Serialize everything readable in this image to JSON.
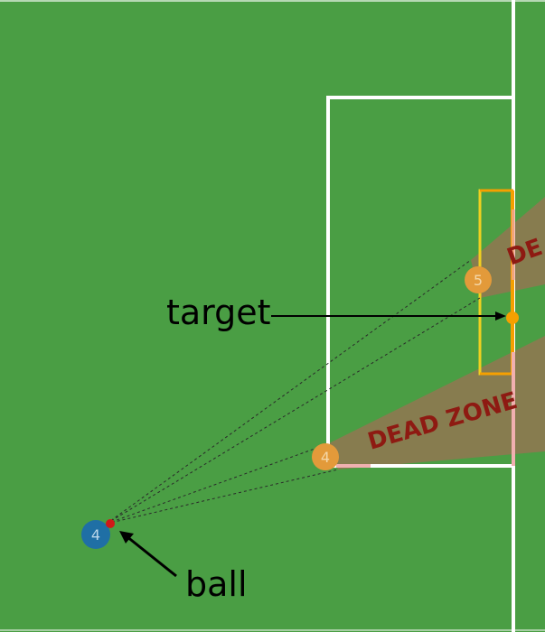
{
  "annotations": {
    "target_label": "target",
    "ball_label": "ball"
  },
  "zones": {
    "upper_label": "DE",
    "lower_label": "DEAD ZONE"
  },
  "players": {
    "attacker_number": "4",
    "defender_upper_number": "5",
    "defender_lower_number": "4"
  },
  "colors": {
    "grass": "#4a9e44",
    "lines": "#ffffff",
    "goal_area": "#f0d020",
    "goal_post": "#f5a000",
    "dead_zone": "#8a7a50",
    "dead_zone_text": "#8e1a12",
    "attacker": "#1f6fa5",
    "defender": "#e39a3a",
    "ball": "#d01818",
    "target": "#f5a000"
  }
}
